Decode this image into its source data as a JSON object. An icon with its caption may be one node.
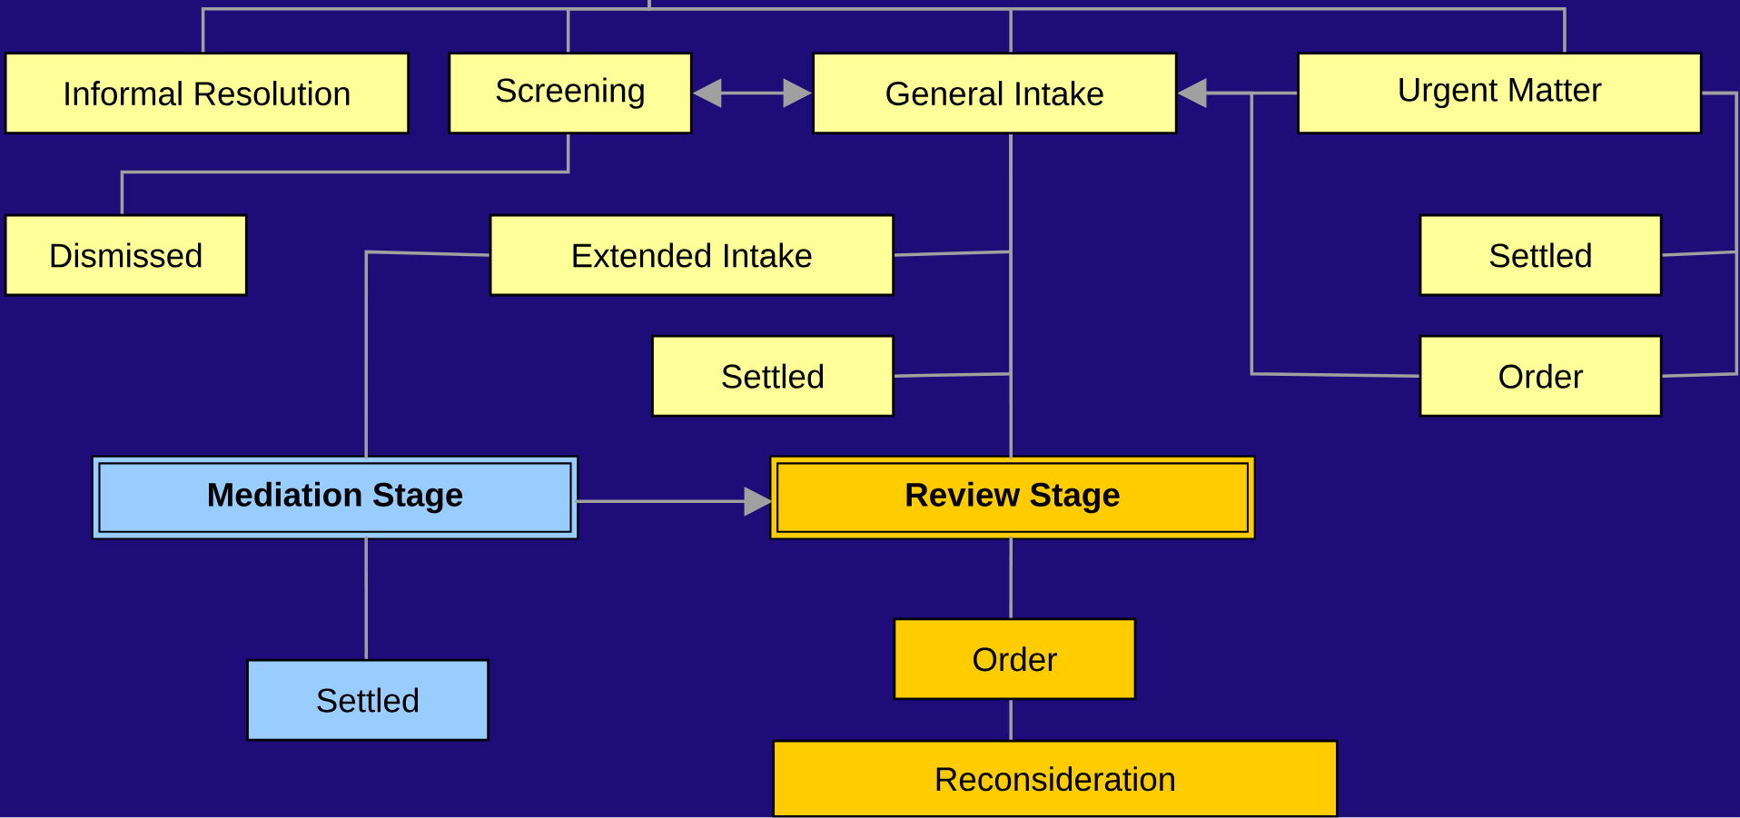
{
  "diagram": {
    "nodes": [
      {
        "text": [
          "Informal Resolution"
        ]
      },
      {
        "text": [
          "Screening"
        ]
      },
      {
        "text": [
          "General Intake"
        ]
      },
      {
        "text": [
          "Urgent Matter"
        ]
      },
      {
        "text": [
          "Dismissed"
        ]
      },
      {
        "text": [
          "Extended Intake"
        ]
      },
      {
        "text": [
          "Settled"
        ]
      },
      {
        "text": [
          "Settled"
        ]
      },
      {
        "text": [
          "Order"
        ]
      },
      {
        "text": [
          "Mediation Stage"
        ]
      },
      {
        "text": [
          "Review Stage"
        ]
      },
      {
        "text": [
          "Settled"
        ]
      },
      {
        "text": [
          "Order"
        ]
      },
      {
        "text": [
          "Reconsideration"
        ]
      }
    ],
    "edges": [
      {
        "from": null,
        "to": 0,
        "arrow": "none"
      },
      {
        "from": null,
        "to": 1,
        "arrow": "none"
      },
      {
        "from": null,
        "to": 2,
        "arrow": "none"
      },
      {
        "from": null,
        "to": 3,
        "arrow": "none"
      },
      {
        "from": 1,
        "to": 2,
        "arrow": "both"
      },
      {
        "from": 3,
        "to": 2,
        "arrow": "to"
      },
      {
        "from": 1,
        "to": 4,
        "arrow": "none"
      },
      {
        "from": 2,
        "to": 5,
        "arrow": "none"
      },
      {
        "from": 2,
        "to": 7,
        "arrow": "none"
      },
      {
        "from": 2,
        "to": 10,
        "arrow": "none"
      },
      {
        "from": 5,
        "to": 9,
        "arrow": "none"
      },
      {
        "from": 9,
        "to": 10,
        "arrow": "to"
      },
      {
        "from": 9,
        "to": 11,
        "arrow": "none"
      },
      {
        "from": 10,
        "to": 12,
        "arrow": "none"
      },
      {
        "from": 12,
        "to": 13,
        "arrow": "none"
      },
      {
        "from": 3,
        "to": 6,
        "arrow": "none"
      },
      {
        "from": 3,
        "to": 8,
        "arrow": "none"
      },
      {
        "from": 8,
        "to": 2,
        "arrow": "to"
      }
    ]
  }
}
